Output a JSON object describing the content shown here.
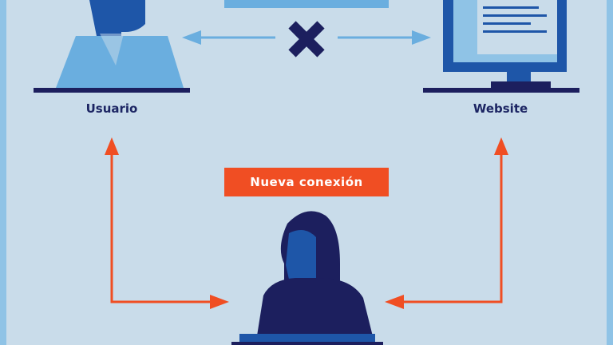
{
  "labels": {
    "user": "Usuario",
    "website": "Website",
    "new_connection": "Nueva conexión"
  },
  "colors": {
    "background": "#c9dcea",
    "light_blue": "#6aaedf",
    "navy": "#1c1f5e",
    "blue": "#1e56a8",
    "orange": "#f04e23"
  }
}
